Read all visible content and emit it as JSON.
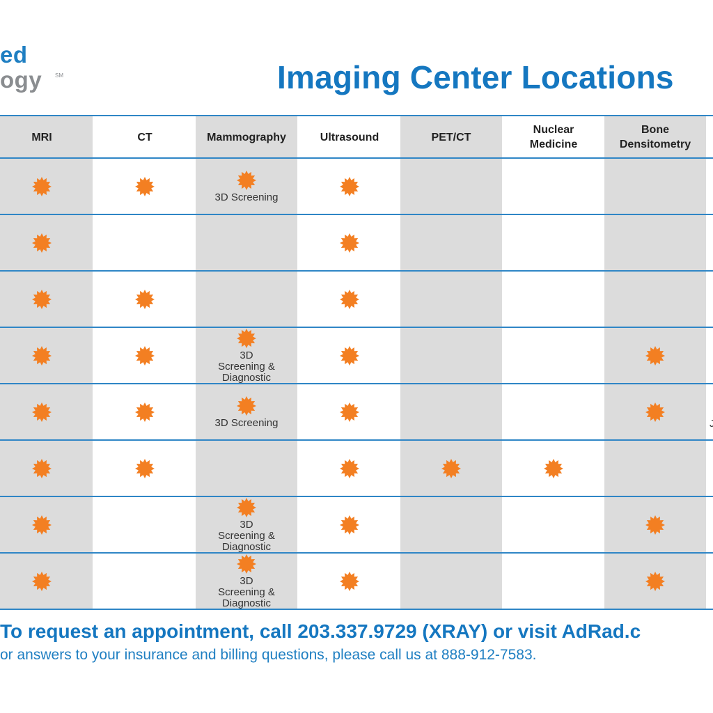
{
  "logo": {
    "line1": "ed",
    "line2": "ogy",
    "mark": "SM"
  },
  "page_title": "Imaging Center Locations",
  "colors": {
    "brand_blue": "#1577c0",
    "logo_gray": "#8a8d90",
    "star_orange": "#f37f22",
    "shaded_column": "#dcdcdc",
    "rule_blue": "#2f86c6"
  },
  "columns": [
    {
      "label": "MRI"
    },
    {
      "label": "CT"
    },
    {
      "label": "Mammography"
    },
    {
      "label": "Ultrasound"
    },
    {
      "label": "PET/CT"
    },
    {
      "label": "Nuclear Medicine"
    },
    {
      "label": "Bone Densitometry"
    }
  ],
  "rows": [
    {
      "cells": [
        {
          "star": true
        },
        {
          "star": true
        },
        {
          "star": true,
          "note": "3D Screening"
        },
        {
          "star": true
        },
        {
          "star": false
        },
        {
          "star": false
        },
        {
          "star": false
        }
      ]
    },
    {
      "cells": [
        {
          "star": true
        },
        {
          "star": false
        },
        {
          "star": false
        },
        {
          "star": true
        },
        {
          "star": false
        },
        {
          "star": false
        },
        {
          "star": false
        }
      ]
    },
    {
      "cells": [
        {
          "star": true
        },
        {
          "star": true
        },
        {
          "star": false
        },
        {
          "star": true
        },
        {
          "star": false
        },
        {
          "star": false
        },
        {
          "star": false
        }
      ]
    },
    {
      "cells": [
        {
          "star": true
        },
        {
          "star": true
        },
        {
          "star": true,
          "note": "3D Screening & Diagnostic"
        },
        {
          "star": true
        },
        {
          "star": false
        },
        {
          "star": false
        },
        {
          "star": true
        }
      ]
    },
    {
      "cells": [
        {
          "star": true
        },
        {
          "star": true
        },
        {
          "star": true,
          "note": "3D Screening"
        },
        {
          "star": true
        },
        {
          "star": false
        },
        {
          "star": false
        },
        {
          "star": true
        }
      ]
    },
    {
      "cells": [
        {
          "star": true
        },
        {
          "star": true
        },
        {
          "star": false
        },
        {
          "star": true
        },
        {
          "star": true
        },
        {
          "star": true
        },
        {
          "star": false
        }
      ]
    },
    {
      "cells": [
        {
          "star": true
        },
        {
          "star": false
        },
        {
          "star": true,
          "note": "3D Screening & Diagnostic"
        },
        {
          "star": true
        },
        {
          "star": false
        },
        {
          "star": false
        },
        {
          "star": true
        }
      ]
    },
    {
      "cells": [
        {
          "star": true
        },
        {
          "star": false
        },
        {
          "star": true,
          "note": "3D Screening & Diagnostic"
        },
        {
          "star": true
        },
        {
          "star": false
        },
        {
          "star": false
        },
        {
          "star": true
        }
      ]
    }
  ],
  "footer": {
    "cta": "To request an appointment, call 203.337.9729 (XRAY) or visit AdRad.c",
    "billing": "or answers to your insurance and billing questions, please call us at 888-912-7583."
  },
  "edge_fragment": "J"
}
